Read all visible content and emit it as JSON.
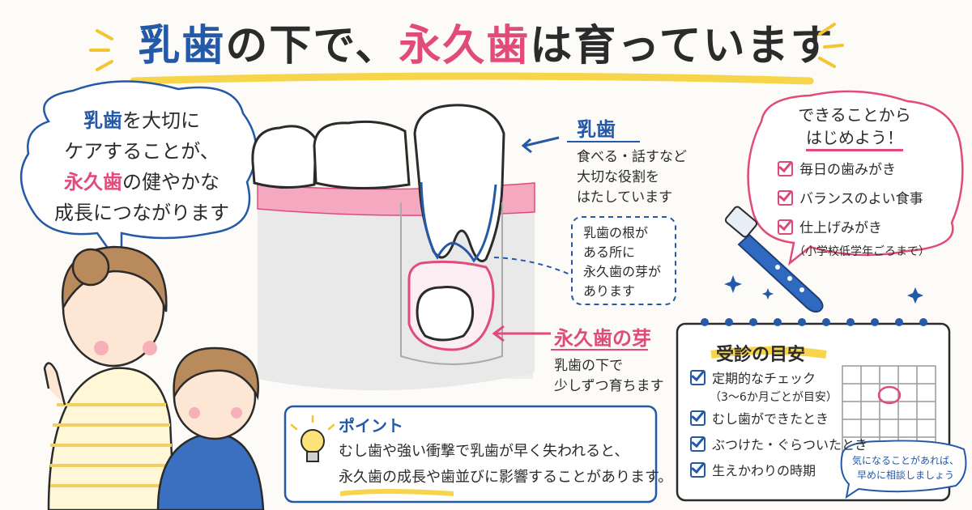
{
  "title": {
    "part1": "乳歯",
    "part2": "の下で、",
    "part3": "永久歯",
    "part4": "は育っています"
  },
  "left_bubble": {
    "line1a": "乳歯",
    "line1b": "を大切に",
    "line2": "ケアすることが、",
    "line3a": "永久歯",
    "line3b": "の健やかな",
    "line4": "成長につながります"
  },
  "baby_tooth_label": {
    "title": "乳歯",
    "desc": [
      "食べる・話すなど",
      "大切な役割を",
      "はたしています"
    ]
  },
  "root_note": [
    "乳歯の根が",
    "ある所に",
    "永久歯の芽が",
    "あります"
  ],
  "bud_label": {
    "title": "永久歯の芽",
    "desc": [
      "乳歯の下で",
      "少しずつ育ちます"
    ]
  },
  "right_bubble": {
    "heading1": "できることから",
    "heading2": "はじめよう！",
    "items": [
      "毎日の歯みがき",
      "バランスのよい食事",
      "仕上げみがき"
    ],
    "note": "（小学校低学年ごろまで）"
  },
  "point_box": {
    "title": "ポイント",
    "line1": "むし歯や強い衝撃で乳歯が早く失われると、",
    "line2": "永久歯の成長や歯並びに影響することがあります。"
  },
  "notebook": {
    "title": "受診の目安",
    "items": [
      "定期的なチェック",
      "むし歯ができたとき",
      "ぶつけた・ぐらついたとき",
      "生えかわりの時期"
    ],
    "item1_note": "（3〜6か月ごとが目安）",
    "bubble1": "気になることがあれば、",
    "bubble2": "早めに相談しましょう"
  },
  "colors": {
    "blue": "#2459a8",
    "pink": "#e04b7a",
    "yellow": "#f7d54a"
  }
}
